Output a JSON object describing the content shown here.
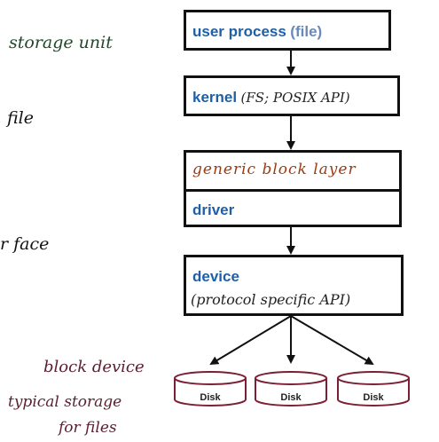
{
  "left_annotations": {
    "storage_unit": "storage unit",
    "file": "file",
    "interface_fragment": "r face",
    "block_device": "block device",
    "typical_storage_line1": "typical storage",
    "typical_storage_line2": "for files"
  },
  "boxes": {
    "user_process": {
      "main": "user process",
      "paren": "(file)"
    },
    "kernel": {
      "main": "kernel",
      "paren": "(FS; POSIX API)"
    },
    "generic_block_layer": "generic block layer",
    "driver": "driver",
    "device": {
      "main": "device",
      "paren": "(protocol specific API)"
    }
  },
  "disks": [
    "Disk",
    "Disk",
    "Disk"
  ],
  "colors": {
    "blue_text": "#1f5fa8",
    "green_annotation": "#1f4a2a",
    "maroon_annotation": "#5a1f2f",
    "brown_text": "#9a3b12",
    "disk_stroke": "#7a1f34",
    "outline": "#111111"
  }
}
